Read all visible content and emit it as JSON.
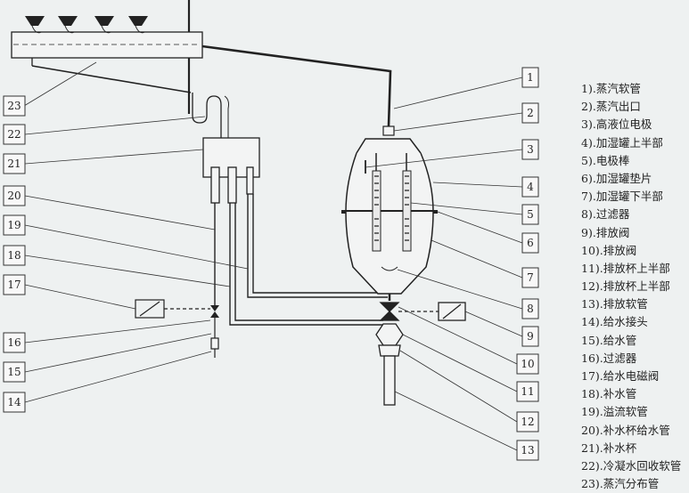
{
  "callouts": {
    "right": [
      "1",
      "2",
      "3",
      "4",
      "5",
      "6",
      "7",
      "8",
      "9",
      "10",
      "11",
      "12",
      "13"
    ],
    "left": [
      "23",
      "22",
      "21",
      "20",
      "19",
      "18",
      "17",
      "16",
      "15",
      "14"
    ]
  },
  "legend": [
    {
      "num": "1).",
      "text": "蒸汽软管"
    },
    {
      "num": "2).",
      "text": "蒸汽出口"
    },
    {
      "num": "3).",
      "text": "高液位电极"
    },
    {
      "num": "4).",
      "text": "加湿罐上半部"
    },
    {
      "num": "5).",
      "text": "电极棒"
    },
    {
      "num": "6).",
      "text": "加湿罐垫片"
    },
    {
      "num": "7).",
      "text": "加湿罐下半部"
    },
    {
      "num": "8).",
      "text": "过滤器"
    },
    {
      "num": "9).",
      "text": "排放阀"
    },
    {
      "num": "10).",
      "text": "排放阀"
    },
    {
      "num": "11).",
      "text": "排放杯上半部"
    },
    {
      "num": "12).",
      "text": "排放杯上半部"
    },
    {
      "num": "13).",
      "text": "排放软管"
    },
    {
      "num": "14).",
      "text": "给水接头"
    },
    {
      "num": "15).",
      "text": "给水管"
    },
    {
      "num": "16).",
      "text": "过滤器"
    },
    {
      "num": "17).",
      "text": "给水电磁阀"
    },
    {
      "num": "18).",
      "text": "补水管"
    },
    {
      "num": "19).",
      "text": "溢流软管"
    },
    {
      "num": "20).",
      "text": "补水杯给水管"
    },
    {
      "num": "21).",
      "text": "补水杯"
    },
    {
      "num": "22).",
      "text": "冷凝水回收软管"
    },
    {
      "num": "23).",
      "text": "蒸汽分布管"
    }
  ]
}
